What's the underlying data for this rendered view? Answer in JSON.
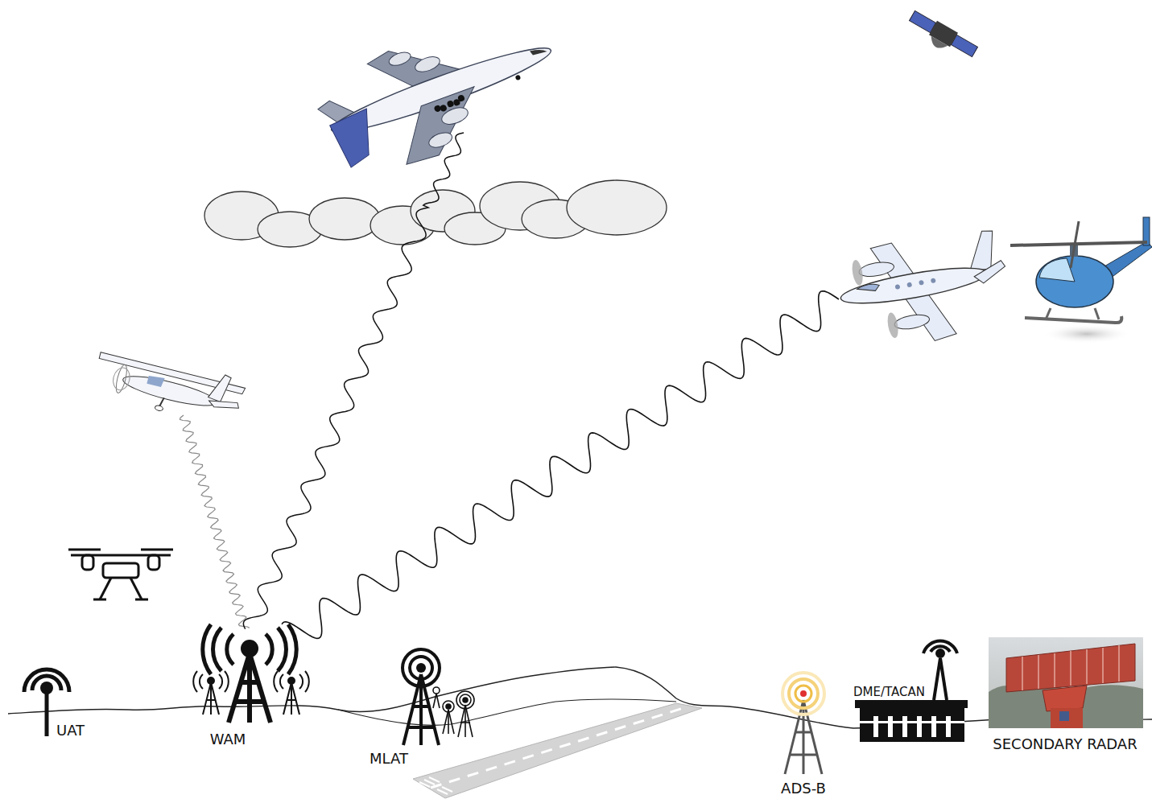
{
  "diagram": {
    "labels": [
      "UAT",
      "WAM",
      "MLAT",
      "ADS-B",
      "DME/TACAN",
      "SECONDARY RADAR"
    ]
  }
}
